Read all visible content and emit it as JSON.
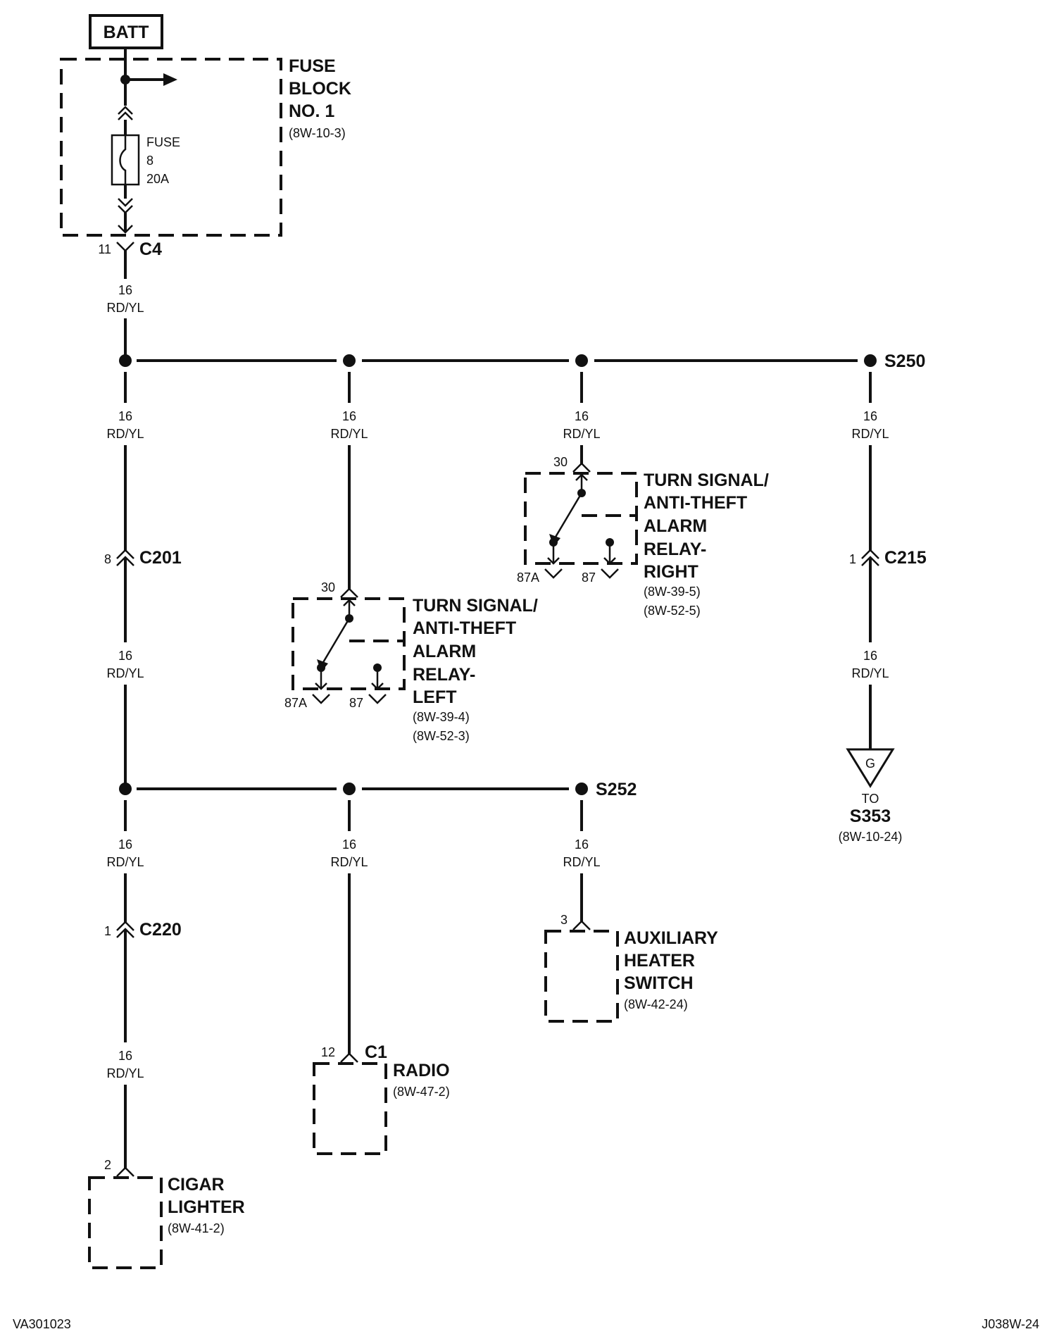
{
  "battery": {
    "label": "BATT"
  },
  "fuse_block": {
    "title_lines": [
      "FUSE",
      "BLOCK",
      "NO. 1"
    ],
    "ref": "(8W-10-3)"
  },
  "fuse": {
    "lines": [
      "FUSE",
      "8",
      "20A"
    ]
  },
  "connectors": {
    "c4": {
      "name": "C4",
      "pin": "11"
    },
    "c201": {
      "name": "C201",
      "pin": "8"
    },
    "c215": {
      "name": "C215",
      "pin": "1"
    },
    "c220": {
      "name": "C220",
      "pin": "1"
    },
    "c1": {
      "name": "C1",
      "pin": "12"
    }
  },
  "wire": {
    "gauge": "16",
    "color": "RD/YL"
  },
  "splices": {
    "s250": "S250",
    "s252": "S252"
  },
  "relay_right": {
    "title_lines": [
      "TURN SIGNAL/",
      "ANTI-THEFT",
      "ALARM",
      "RELAY-",
      "RIGHT"
    ],
    "refs": [
      "(8W-39-5)",
      "(8W-52-5)"
    ],
    "pin_in": "30",
    "pin_nc": "87A",
    "pin_no": "87"
  },
  "relay_left": {
    "title_lines": [
      "TURN SIGNAL/",
      "ANTI-THEFT",
      "ALARM",
      "RELAY-",
      "LEFT"
    ],
    "refs": [
      "(8W-39-4)",
      "(8W-52-3)"
    ],
    "pin_in": "30",
    "pin_nc": "87A",
    "pin_no": "87"
  },
  "ground": {
    "symbol": "G",
    "to": "TO",
    "dest": "S353",
    "ref": "(8W-10-24)"
  },
  "aux_heater": {
    "title_lines": [
      "AUXILIARY",
      "HEATER",
      "SWITCH"
    ],
    "ref": "(8W-42-24)",
    "pin": "3"
  },
  "radio": {
    "title": "RADIO",
    "ref": "(8W-47-2)"
  },
  "cigar_lighter": {
    "title_lines": [
      "CIGAR",
      "LIGHTER"
    ],
    "ref": "(8W-41-2)",
    "pin": "2"
  },
  "footer": {
    "left": "VA301023",
    "right": "J038W-24"
  }
}
